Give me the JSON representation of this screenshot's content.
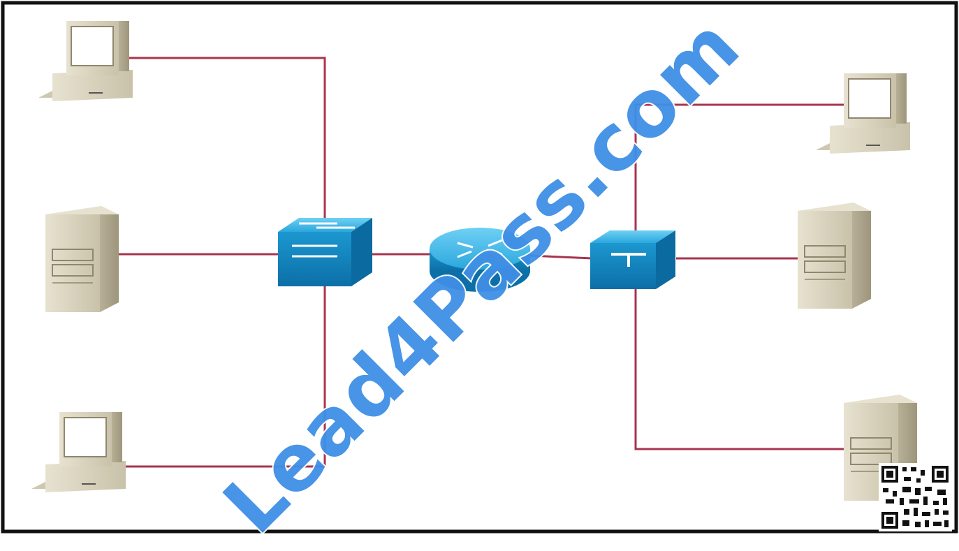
{
  "diagram": {
    "nodes": [
      {
        "id": "pc-top-left",
        "type": "computer"
      },
      {
        "id": "server-mid-left",
        "type": "server"
      },
      {
        "id": "pc-bottom-left",
        "type": "computer"
      },
      {
        "id": "switch-left",
        "type": "switch"
      },
      {
        "id": "router-center",
        "type": "router"
      },
      {
        "id": "switch-right",
        "type": "switch"
      },
      {
        "id": "pc-top-right",
        "type": "computer"
      },
      {
        "id": "server-mid-right",
        "type": "server"
      },
      {
        "id": "server-bottom-right",
        "type": "server"
      }
    ],
    "links": [
      {
        "from": "pc-top-left",
        "to": "switch-left"
      },
      {
        "from": "server-mid-left",
        "to": "switch-left"
      },
      {
        "from": "pc-bottom-left",
        "to": "switch-left"
      },
      {
        "from": "switch-left",
        "to": "router-center"
      },
      {
        "from": "router-center",
        "to": "switch-right"
      },
      {
        "from": "switch-right",
        "to": "pc-top-right"
      },
      {
        "from": "switch-right",
        "to": "server-mid-right"
      },
      {
        "from": "switch-right",
        "to": "server-bottom-right"
      }
    ],
    "link_color": "#a8344e",
    "device_color": "#1c9fd6",
    "host_color": "#d9d3bf"
  },
  "watermark": {
    "text": "Lead4Pass.com",
    "color": "#3f8fe6"
  }
}
